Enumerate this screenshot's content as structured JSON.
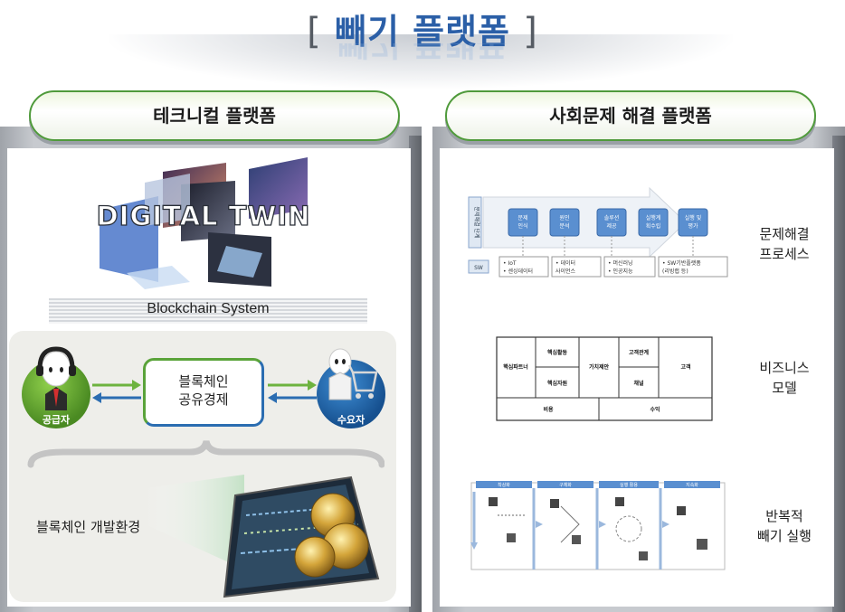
{
  "title": {
    "open_bracket": "[",
    "text": "빼기 플랫폼",
    "close_bracket": "]"
  },
  "left": {
    "header": "테크니컬 플랫폼",
    "digital_twin_label": "DIGITAL TWIN",
    "blockchain_label": "Blockchain System",
    "supplier": "공급자",
    "consumer": "수요자",
    "center": [
      "블록체인",
      "공유경제"
    ],
    "dev_env": "블록체인 개발환경"
  },
  "right": {
    "header": "사회문제 해결 플랫폼",
    "items": [
      {
        "label": [
          "문제해결",
          "프로세스"
        ]
      },
      {
        "label": [
          "비즈니스",
          "모델"
        ]
      },
      {
        "label": [
          "반복적",
          "빼기 실행"
        ]
      }
    ],
    "process_diagram": {
      "side_label": "문제해결 단계",
      "sw_label": "SW",
      "steps": [
        [
          "문제",
          "인식"
        ],
        [
          "원인",
          "분석"
        ],
        [
          "솔루션",
          "제공"
        ],
        [
          "실행계",
          "획수립"
        ],
        [
          "실행 및",
          "평가"
        ]
      ],
      "bottom": [
        [
          "• IoT",
          "• 센싱데이터"
        ],
        [
          "• 데이터",
          "  사이언스"
        ],
        [
          "• 머신러닝",
          "• 인공지능"
        ],
        [
          "• SW기반플랫폼",
          "  (리빙랩 등)"
        ]
      ]
    },
    "bmc": {
      "cells": [
        "핵심파트너",
        "핵심활동",
        "가치제안",
        "고객관계",
        "고객",
        "핵심자원",
        "채널",
        "비용",
        "수익"
      ]
    },
    "loop": {
      "stages": [
        "착상화",
        "구체화",
        "실행 활용",
        "지속화"
      ]
    }
  },
  "colors": {
    "title_blue": "#2b5fa7",
    "pill_green": "#4f9a3b",
    "supplier_green": "#5aa33a",
    "consumer_blue": "#2b6db1"
  }
}
